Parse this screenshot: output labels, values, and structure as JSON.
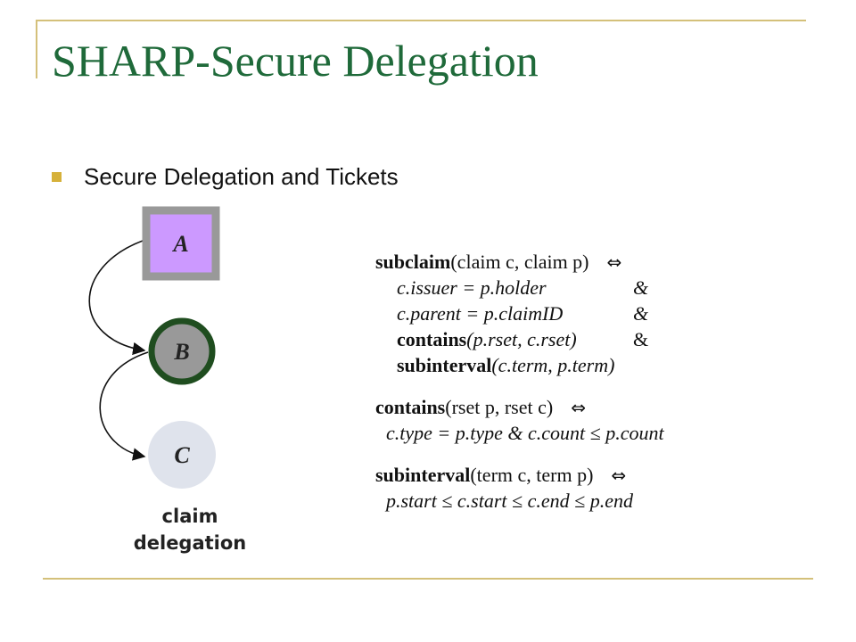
{
  "slide": {
    "title": "SHARP-Secure Delegation",
    "bullet": "Secure Delegation and Tickets"
  },
  "diagram": {
    "nodes": [
      {
        "id": "A",
        "label": "A",
        "shape": "square",
        "fill": "#cc99ff",
        "border": "#999999"
      },
      {
        "id": "B",
        "label": "B",
        "shape": "circle",
        "fill": "#999999",
        "border": "#1f4d1f"
      },
      {
        "id": "C",
        "label": "C",
        "shape": "circle",
        "fill": "#dfe3ec",
        "border": "#dfe3ec"
      }
    ],
    "caption_line1": "claim",
    "caption_line2": "delegation"
  },
  "definitions": {
    "subclaim": {
      "head_kw": "subclaim",
      "head_args": "(claim c, claim p)",
      "lines": [
        {
          "text": "c.issuer = p.holder",
          "amp": "&"
        },
        {
          "text": "c.parent = p.claimID",
          "amp": "&"
        },
        {
          "kw": "contains",
          "text": "(p.rset, c.rset)",
          "amp": "&"
        },
        {
          "kw": "subinterval",
          "text": "(c.term, p.term)"
        }
      ]
    },
    "contains": {
      "head_kw": "contains",
      "head_args": "(rset p, rset c)",
      "line": "c.type = p.type & c.count ≤ p.count"
    },
    "subinterval": {
      "head_kw": "subinterval",
      "head_args": "(term c, term p)",
      "line": "p.start ≤ c.start ≤ c.end ≤ p.end"
    },
    "iff_symbol": "⇔"
  },
  "colors": {
    "title": "#1f6a3a",
    "bullet": "#d6b13a",
    "rules": "#d4c07a"
  }
}
